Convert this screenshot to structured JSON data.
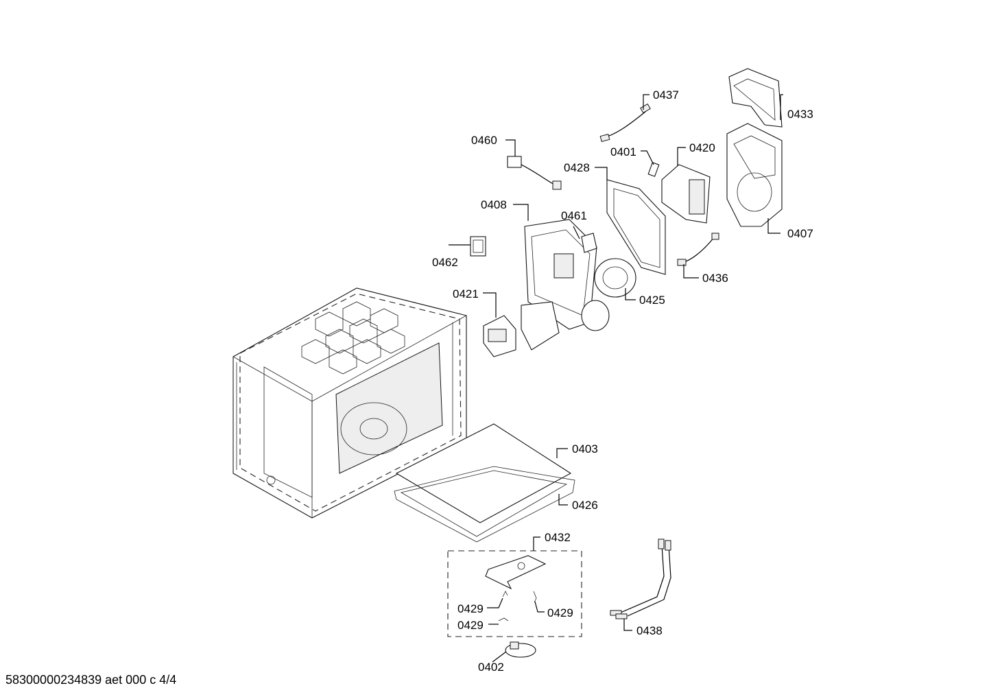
{
  "footer": "58300000234839 aet 000 c 4/4",
  "labels": {
    "p0437": "0437",
    "p0433": "0433",
    "p0460": "0460",
    "p0401": "0401",
    "p0420": "0420",
    "p0428": "0428",
    "p0408": "0408",
    "p0461": "0461",
    "p0407": "0407",
    "p0462": "0462",
    "p0436": "0436",
    "p0421": "0421",
    "p0425": "0425",
    "p0403": "0403",
    "p0426": "0426",
    "p0432": "0432",
    "p0429a": "0429",
    "p0429b": "0429",
    "p0429c": "0429",
    "p0438": "0438",
    "p0402": "0402"
  }
}
